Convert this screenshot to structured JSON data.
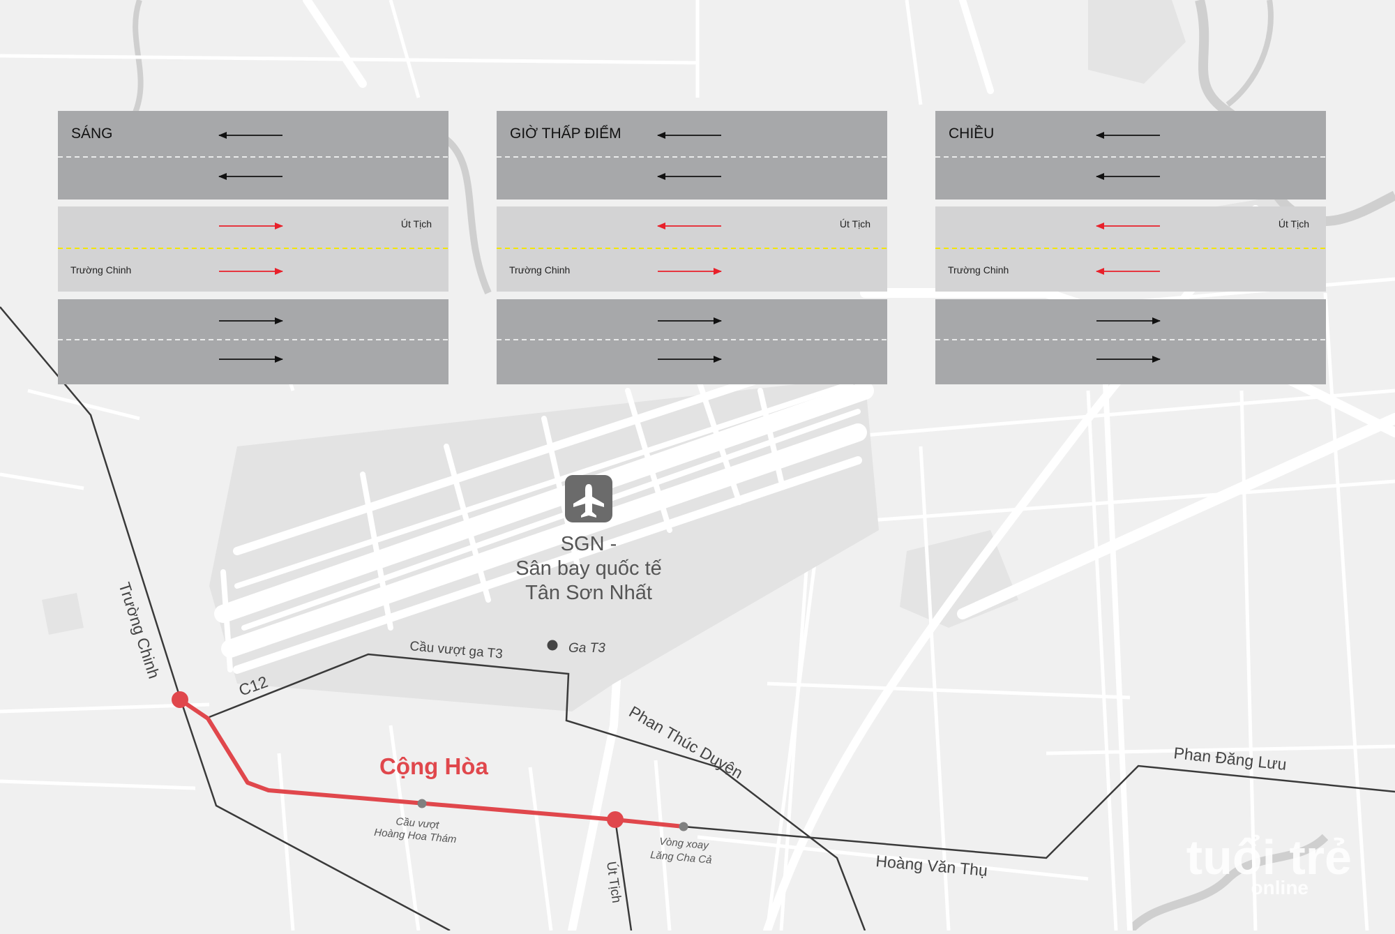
{
  "panels": [
    {
      "title": "SÁNG",
      "road_a": "Út Tịch",
      "road_b": "Trường Chinh",
      "middle_directions": [
        "right",
        "right"
      ]
    },
    {
      "title": "GIỜ THẤP ĐIỂM",
      "road_a": "Út Tịch",
      "road_b": "Trường Chinh",
      "middle_directions": [
        "left",
        "right"
      ]
    },
    {
      "title": "CHIỀU",
      "road_a": "Út Tịch",
      "road_b": "Trường Chinh",
      "middle_directions": [
        "left",
        "left"
      ]
    }
  ],
  "airport": {
    "icon": "airplane-icon",
    "code": "SGN -",
    "name_line1": "Sân bay quốc tế",
    "name_line2": "Tân Sơn Nhất",
    "terminal": "Ga T3"
  },
  "streets": {
    "truong_chinh": "Trường Chinh",
    "c12": "C12",
    "cau_vuot_t3": "Cầu vượt ga T3",
    "phan_thuc_duyen": "Phan Thúc Duyện",
    "phan_dang_luu": "Phan Đăng Lưu",
    "hoang_van_thu": "Hoàng Văn Thụ",
    "ut_tich": "Út Tịch",
    "cong_hoa": "Cộng Hòa"
  },
  "landmarks": {
    "hht_line1": "Cầu vượt",
    "hht_line2": "Hoàng Hoa Thám",
    "lcc_line1": "Vòng xoay",
    "lcc_line2": "Lăng Cha Cả"
  },
  "watermark": {
    "text": "tuổi trẻ",
    "sub": "online"
  },
  "colors": {
    "map_bg": "#f0f0f0",
    "road": "#ffffff",
    "road_dark": "#3a3a3a",
    "highlight": "#e0474c",
    "lane_dark": "#a7a8aa",
    "lane_light": "#d3d3d4",
    "arrow_red": "#e8202a",
    "center_line": "#f2e600"
  }
}
